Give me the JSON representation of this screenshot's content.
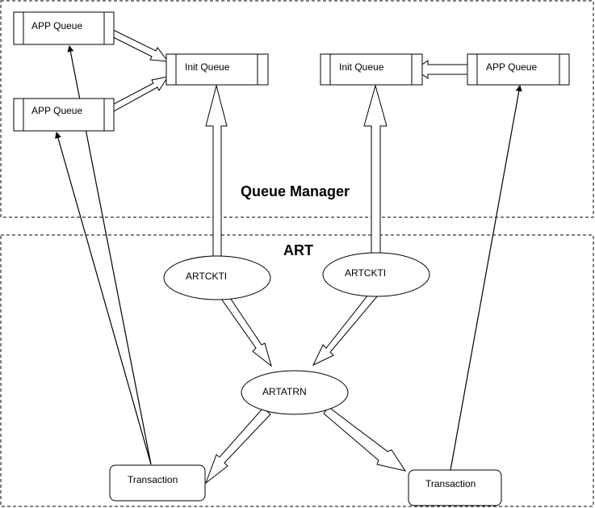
{
  "regions": {
    "queue_manager": "Queue Manager",
    "art": "ART"
  },
  "queues": {
    "app_queue_top_left": "APP Queue",
    "app_queue_mid_left": "APP Queue",
    "init_queue_left": "Init Queue",
    "init_queue_right": "Init Queue",
    "app_queue_right": "APP Queue"
  },
  "processes": {
    "artckti_left": "ARTCKTI",
    "artckti_right": "ARTCKTI",
    "artatrn": "ARTATRN"
  },
  "transactions": {
    "left": "Transaction",
    "right": "Transaction"
  }
}
